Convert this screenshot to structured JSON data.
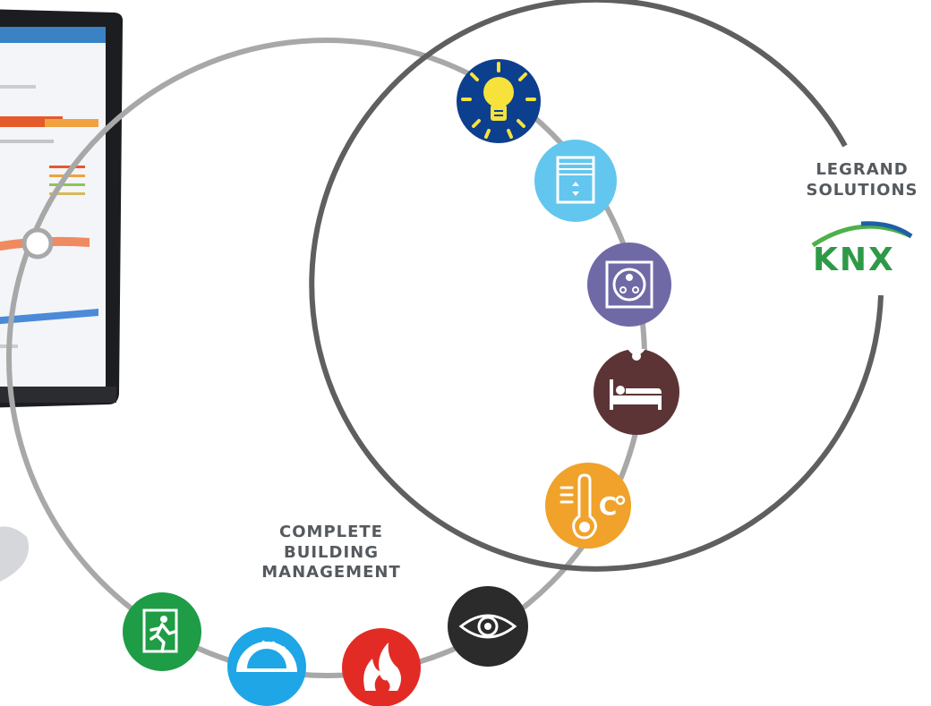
{
  "labels": {
    "legrand_solutions": [
      "LEGRAND",
      "SOLUTIONS"
    ],
    "complete_building_management": [
      "COMPLETE",
      "BUILDING",
      "MANAGEMENT"
    ]
  },
  "knx_logo": {
    "text": "KNX",
    "colors": {
      "letters": "#2e9a47",
      "arc_blue": "#1f5fa8",
      "arc_green": "#4db04a"
    }
  },
  "outer_ring_color": "#a8a8a8",
  "inner_ring_color": "#5f5f5f",
  "icons": [
    {
      "name": "lighting-icon",
      "color": "#0d3f8f"
    },
    {
      "name": "blinds-icon",
      "color": "#63c6ef"
    },
    {
      "name": "socket-icon",
      "color": "#6f6aa6"
    },
    {
      "name": "hotel-room-icon",
      "color": "#5c3436"
    },
    {
      "name": "heating-icon",
      "color": "#f0a22a"
    },
    {
      "name": "surveillance-icon",
      "color": "#2b2b2b"
    },
    {
      "name": "fire-alarm-icon",
      "color": "#e32b25"
    },
    {
      "name": "energy-meter-icon",
      "color": "#1ea6e6"
    },
    {
      "name": "emergency-exit-icon",
      "color": "#1f9c46"
    }
  ]
}
